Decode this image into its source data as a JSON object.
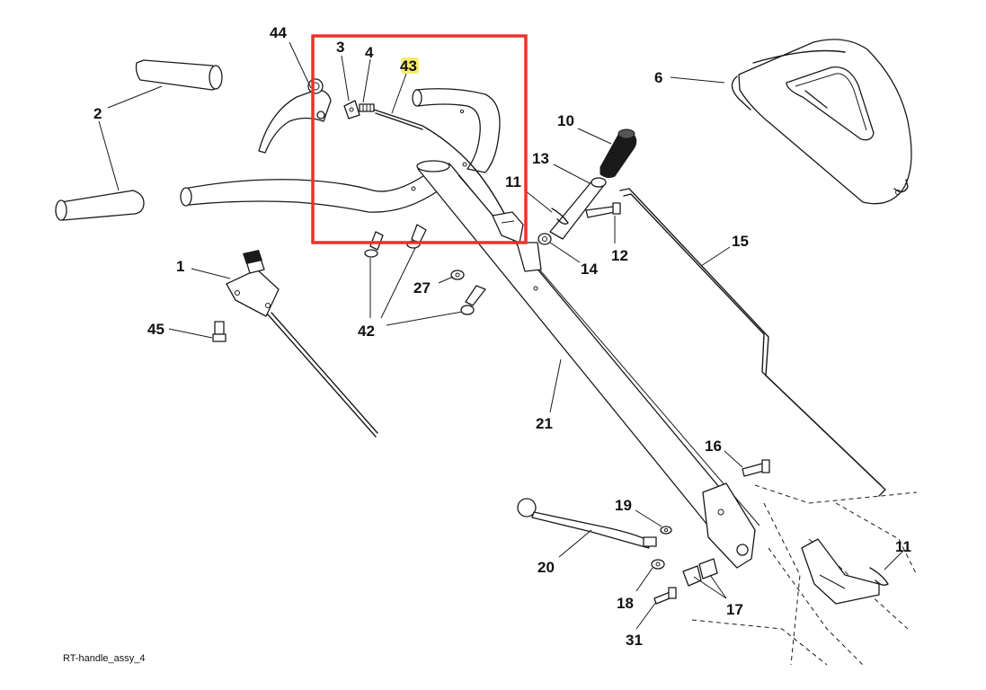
{
  "diagram": {
    "caption": "RT-handle_assy_4",
    "highlight_color": "#e8332a",
    "marker_color": "#f6e53b",
    "part_numbers": {
      "p44": "44",
      "p3": "3",
      "p4": "4",
      "p43": "43",
      "p6": "6",
      "p2": "2",
      "p10": "10",
      "p13": "13",
      "p11a": "11",
      "p12": "12",
      "p14": "14",
      "p15": "15",
      "p1": "1",
      "p27": "27",
      "p45": "45",
      "p42": "42",
      "p21": "21",
      "p16": "16",
      "p19": "19",
      "p20": "20",
      "p11b": "11",
      "p18": "18",
      "p17": "17",
      "p31": "31"
    }
  }
}
